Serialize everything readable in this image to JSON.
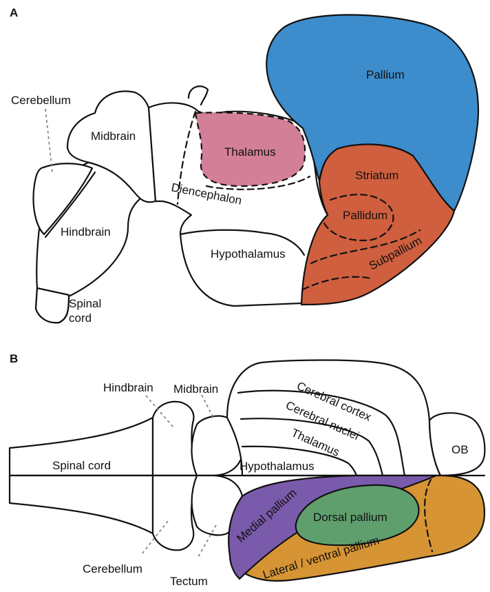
{
  "panels": {
    "a": {
      "letter": "A",
      "labels": {
        "pallium": "Pallium",
        "cerebellum": "Cerebellum",
        "midbrain": "Midbrain",
        "thalamus": "Thalamus",
        "diencephalon": "Diencephalon",
        "striatum": "Striatum",
        "pallidum": "Pallidum",
        "hindbrain": "Hindbrain",
        "hypothalamus": "Hypothalamus",
        "subpallium": "Subpallium",
        "spinal_cord_line1": "Spinal",
        "spinal_cord_line2": "cord"
      }
    },
    "b": {
      "letter": "B",
      "labels": {
        "midbrain": "Midbrain",
        "hindbrain": "Hindbrain",
        "cerebral_cortex": "Cerebral cortex",
        "cerebral_nuclei": "Cerebral nuclei",
        "thalamus": "Thalamus",
        "ob": "OB",
        "spinal_cord": "Spinal cord",
        "hypothalamus": "Hypothalamus",
        "medial_pallium": "Medial pallium",
        "dorsal_pallium": "Dorsal pallium",
        "lateral_ventral_pallium": "Lateral / ventral pallium",
        "cerebellum": "Cerebellum",
        "tectum": "Tectum"
      }
    }
  },
  "colors": {
    "pallium": "#3d8ccb",
    "thalamus": "#d47f98",
    "subpallium": "#cf5f3e",
    "medial_pallium": "#7a5bab",
    "dorsal_pallium": "#5f9f6e",
    "lateral_ventral_pallium": "#d69434"
  }
}
